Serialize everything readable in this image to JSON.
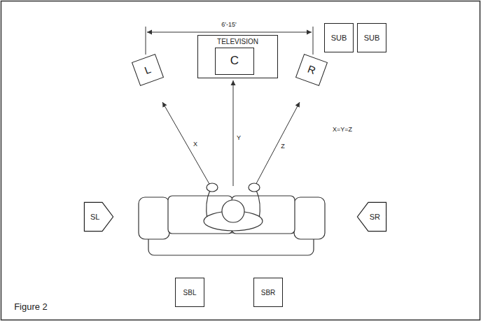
{
  "diagram": {
    "nodes": [
      {
        "text": [
          "SUB"
        ]
      },
      {
        "text": [
          "SUB"
        ]
      },
      {
        "text": [
          "TELEVISION"
        ]
      },
      {
        "text": [
          "C"
        ],
        "in": 2
      },
      {
        "text": [
          "L"
        ]
      },
      {
        "text": [
          "R"
        ]
      },
      {
        "text": [
          "SL"
        ]
      },
      {
        "text": [
          "SR"
        ]
      },
      {
        "text": [
          "SBL"
        ]
      },
      {
        "text": [
          "SBR"
        ]
      }
    ],
    "labels": [
      "6'-15'",
      "X",
      "Y",
      "Z",
      "X=Y=Z",
      "Figure 2"
    ]
  }
}
